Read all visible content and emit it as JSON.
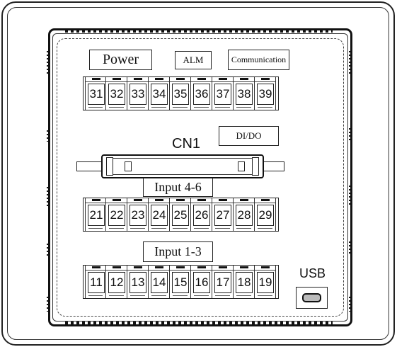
{
  "labels": {
    "power": "Power",
    "alm": "ALM",
    "communication": "Communication",
    "cn1": "CN1",
    "di_do": "DI/DO",
    "input_4_6": "Input 4-6",
    "input_1_3": "Input 1-3",
    "usb": "USB"
  },
  "terminal_blocks": [
    {
      "terminals": [
        "31",
        "32",
        "33",
        "34",
        "35",
        "36",
        "37",
        "38",
        "39"
      ]
    },
    {
      "terminals": [
        "21",
        "22",
        "23",
        "24",
        "25",
        "26",
        "27",
        "28",
        "29"
      ]
    },
    {
      "terminals": [
        "11",
        "12",
        "13",
        "14",
        "15",
        "16",
        "17",
        "18",
        "19"
      ]
    }
  ]
}
